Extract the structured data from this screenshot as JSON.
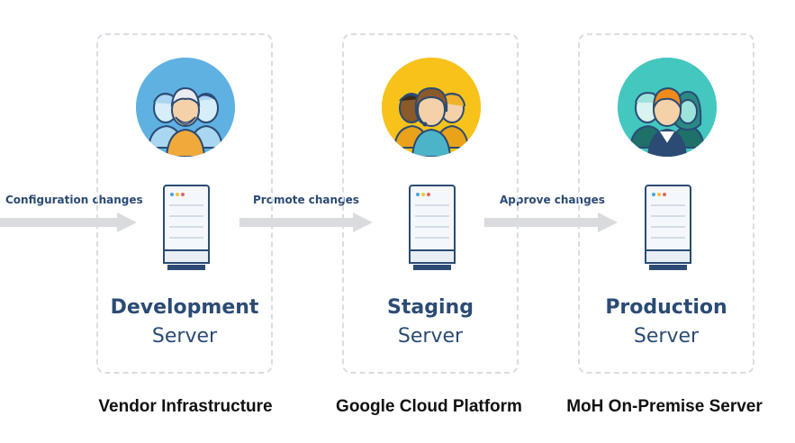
{
  "arrows": [
    {
      "label": "Configuration changes"
    },
    {
      "label": "Promote changes"
    },
    {
      "label": "Approve changes"
    }
  ],
  "stages": [
    {
      "name": "Development",
      "subtitle": "Server",
      "platform": "Vendor Infrastructure",
      "avatar_color": "#5fb1e2"
    },
    {
      "name": "Staging",
      "subtitle": "Server",
      "platform": "Google Cloud Platform",
      "avatar_color": "#f7c21a"
    },
    {
      "name": "Production",
      "subtitle": "Server",
      "platform": "MoH On-Premise Server",
      "avatar_color": "#43c7bf"
    }
  ],
  "colors": {
    "title": "#2b4b74",
    "arrow": "#d9dbde",
    "server_outline": "#2b4b74",
    "dashed_border": "#d9dde3"
  },
  "icons": [
    "people-group-icon",
    "server-icon",
    "arrow-right-icon"
  ]
}
